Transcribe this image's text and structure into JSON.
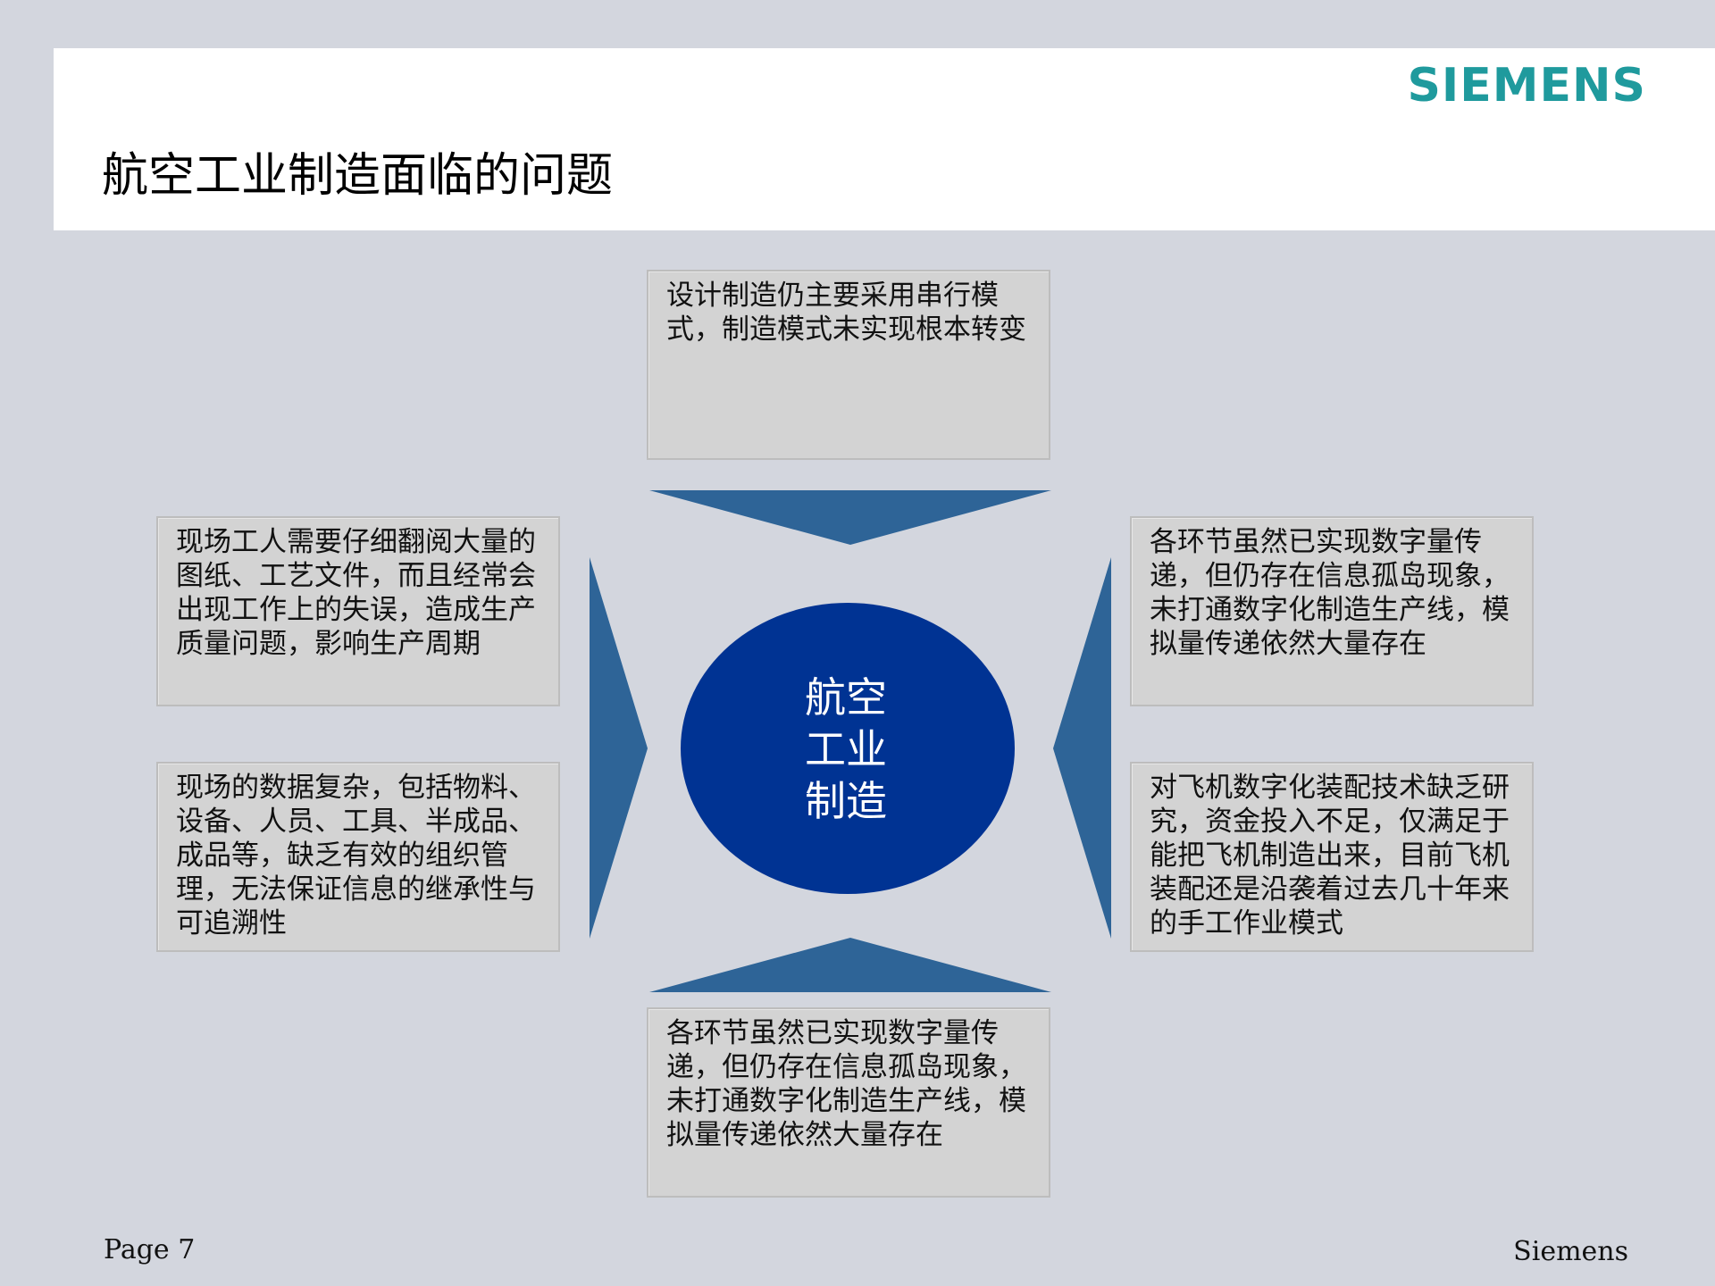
{
  "header": {
    "logo": "SIEMENS",
    "title": "航空工业制造面临的问题"
  },
  "center": {
    "label": "航空\n工业\n制造"
  },
  "boxes": {
    "top": "设计制造仍主要采用串行模式，制造模式未实现根本转变",
    "left_top": "现场工人需要仔细翻阅大量的图纸、工艺文件，而且经常会出现工作上的失误，造成生产质量问题，影响生产周期",
    "left_bottom": "现场的数据复杂，包括物料、设备、人员、工具、半成品、成品等，缺乏有效的组织管理，无法保证信息的继承性与可追溯性",
    "right_top": "各环节虽然已实现数字量传递，但仍存在信息孤岛现象，未打通数字化制造生产线，模拟量传递依然大量存在",
    "right_bottom": "对飞机数字化装配技术缺乏研究，资金投入不足，仅满足于能把飞机制造出来，目前飞机装配还是沿袭着过去几十年来的手工作业模式",
    "bottom": "各环节虽然已实现数字量传递，但仍存在信息孤岛现象，未打通数字化制造生产线，模拟量传递依然大量存在"
  },
  "footer": {
    "page": "Page 7",
    "brand": "Siemens"
  },
  "colors": {
    "background": "#d3d6de",
    "logo": "#1f9a9d",
    "circle": "#003393",
    "arrow": "#2e6497",
    "box": "#d3d3d3"
  }
}
